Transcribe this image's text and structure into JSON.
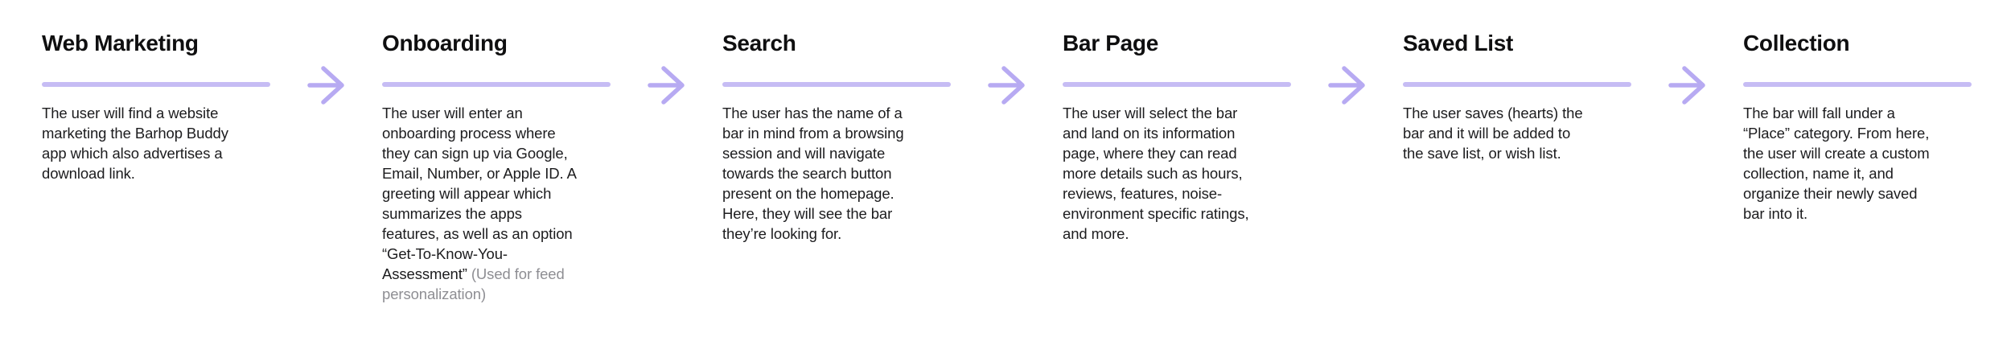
{
  "flow": {
    "arrow_icon": "right-arrow",
    "stages": [
      {
        "title": "Web Marketing",
        "body": "The user will find a website\nmarketing the Barhop Buddy\napp which also advertises a\ndownload link."
      },
      {
        "title": "Onboarding",
        "body": "The user will enter an\nonboarding process where\nthey can sign up via Google,\nEmail, Number, or Apple ID. A\ngreeting will appear which\nsummarizes the apps\nfeatures, as well as an option\n“Get-To-Know-You-\nAssessment” ",
        "note": "(Used for feed\npersonalization)"
      },
      {
        "title": "Search",
        "body": "The user has the name of a\nbar in mind from a browsing\nsession and will navigate\ntowards the search button\npresent on the homepage.\nHere, they will see the bar\nthey’re looking for."
      },
      {
        "title": "Bar Page",
        "body": "The user will select the bar\nand land on its information\npage, where they can read\nmore details such as hours,\nreviews, features, noise-\nenvironment specific ratings,\nand more."
      },
      {
        "title": "Saved List",
        "body": "The user saves (hearts) the\nbar and it will be added to\nthe save list, or wish list."
      },
      {
        "title": "Collection",
        "body": "The bar will fall under a\n“Place” category. From here,\nthe user will create a custom\ncollection, name it, and\norganize their newly saved\nbar into it."
      }
    ]
  },
  "colors": {
    "accent_line": "#C6BCF4",
    "arrow": "#B7AAF2",
    "note_text": "#8E8E93",
    "title_text": "#0F0F10",
    "body_text": "#1C1C1E",
    "background": "#FFFFFF"
  }
}
